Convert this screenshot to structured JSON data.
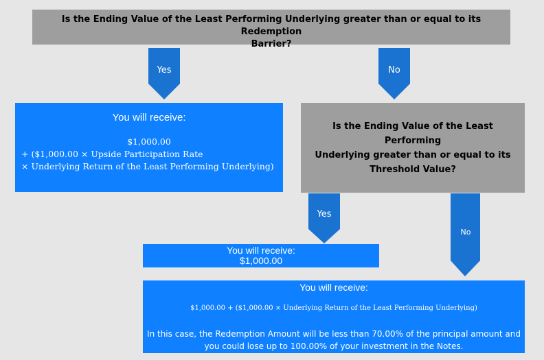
{
  "top_question": {
    "line1": "Is the Ending Value of the Least Performing Underlying greater than or equal to its Redemption",
    "line2": "Barrier?"
  },
  "mid_question": {
    "line1": "Is the Ending Value of the Least Performing",
    "line2": "Underlying greater than or equal to its",
    "line3": "Threshold Value?"
  },
  "arrows": {
    "top_yes": "Yes",
    "top_no": "No",
    "mid_yes": "Yes",
    "mid_no": "No"
  },
  "outcome_yes": {
    "heading": "You will receive:",
    "amount": "$1,000.00",
    "line2": "+ ($1,000.00 × Upside Participation Rate",
    "line3": "× Underlying Return of the Least Performing Underlying)"
  },
  "outcome_threshold": {
    "heading": "You will receive:",
    "amount": "$1,000.00"
  },
  "outcome_loss": {
    "heading": "You will receive:",
    "formula": "$1,000.00 + ($1,000.00 × Underlying Return of the Least Performing Underlying)",
    "note_line1": "In this case, the Redemption Amount will be less than 70.00% of the principal amount and",
    "note_line2": "you could lose up to 100.00% of your investment in the Notes."
  },
  "colors": {
    "background": "#e6e6e6",
    "question_box": "#9e9e9e",
    "outcome_box": "#0f80ff",
    "arrow": "#1a73d0"
  }
}
